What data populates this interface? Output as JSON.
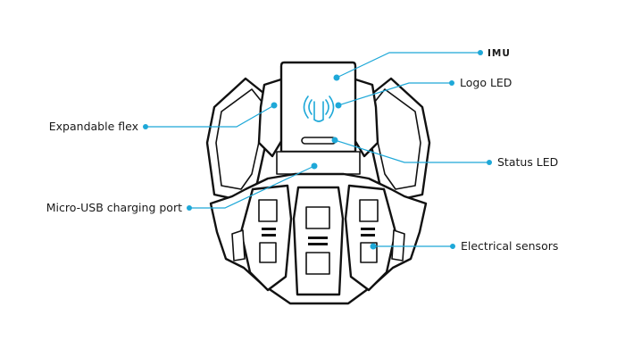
{
  "labels": {
    "imu": "IMU",
    "logo_led": "Logo LED",
    "expandable_flex": "Expandable flex",
    "status_led": "Status LED",
    "micro_usb": "Micro-USB charging port",
    "electrical_sensors": "Electrical sensors"
  },
  "colors": {
    "leader": "#1ea8d8",
    "outline": "#111111",
    "background": "#ffffff"
  }
}
